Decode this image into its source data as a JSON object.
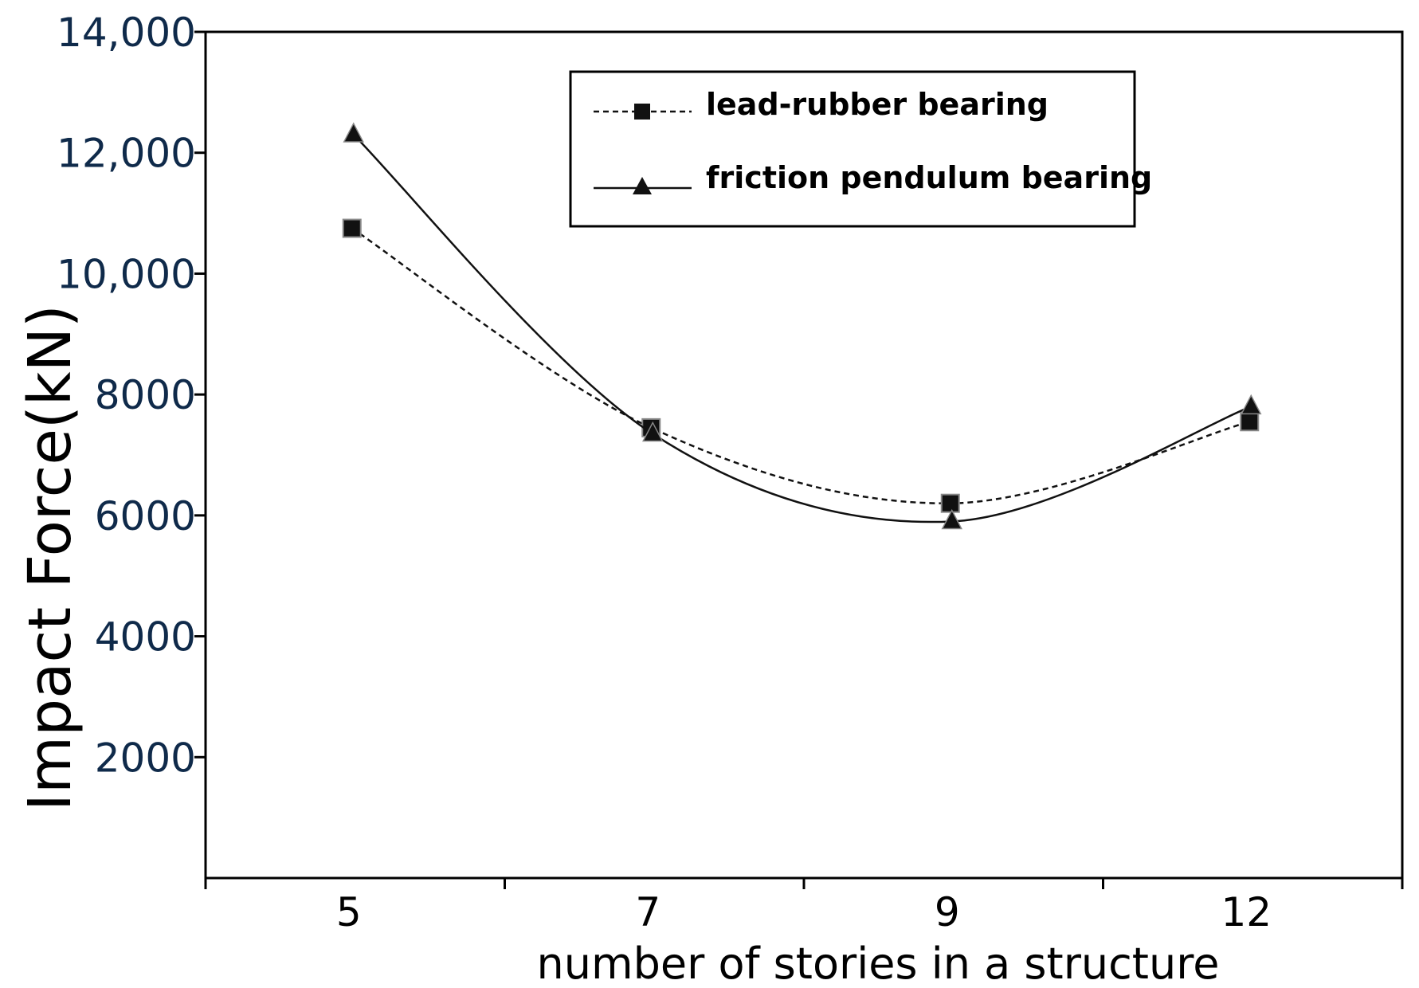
{
  "chart_data": {
    "type": "line",
    "title": "",
    "xlabel": "number of stories in a structure",
    "ylabel": "Impact Force(kN)",
    "categories": [
      "5",
      "7",
      "9",
      "12"
    ],
    "ylim": [
      0,
      14000
    ],
    "y_ticks": [
      2000,
      4000,
      6000,
      8000,
      10000,
      12000,
      14000
    ],
    "y_tick_labels": [
      "2000",
      "4000",
      "6000",
      "8000",
      "10,000",
      "12,000",
      "14,000"
    ],
    "grid": false,
    "legend_position": "top-center",
    "tick_label_color": "#0f2a4a",
    "series": [
      {
        "name": "lead-rubber bearing",
        "values": [
          10750,
          7450,
          6200,
          7550
        ],
        "line_style": "dashed",
        "marker": "square",
        "color": "#111111"
      },
      {
        "name": "friction pendulum bearing",
        "values": [
          12300,
          7350,
          5900,
          7800
        ],
        "line_style": "solid",
        "marker": "triangle",
        "color": "#111111"
      }
    ]
  }
}
